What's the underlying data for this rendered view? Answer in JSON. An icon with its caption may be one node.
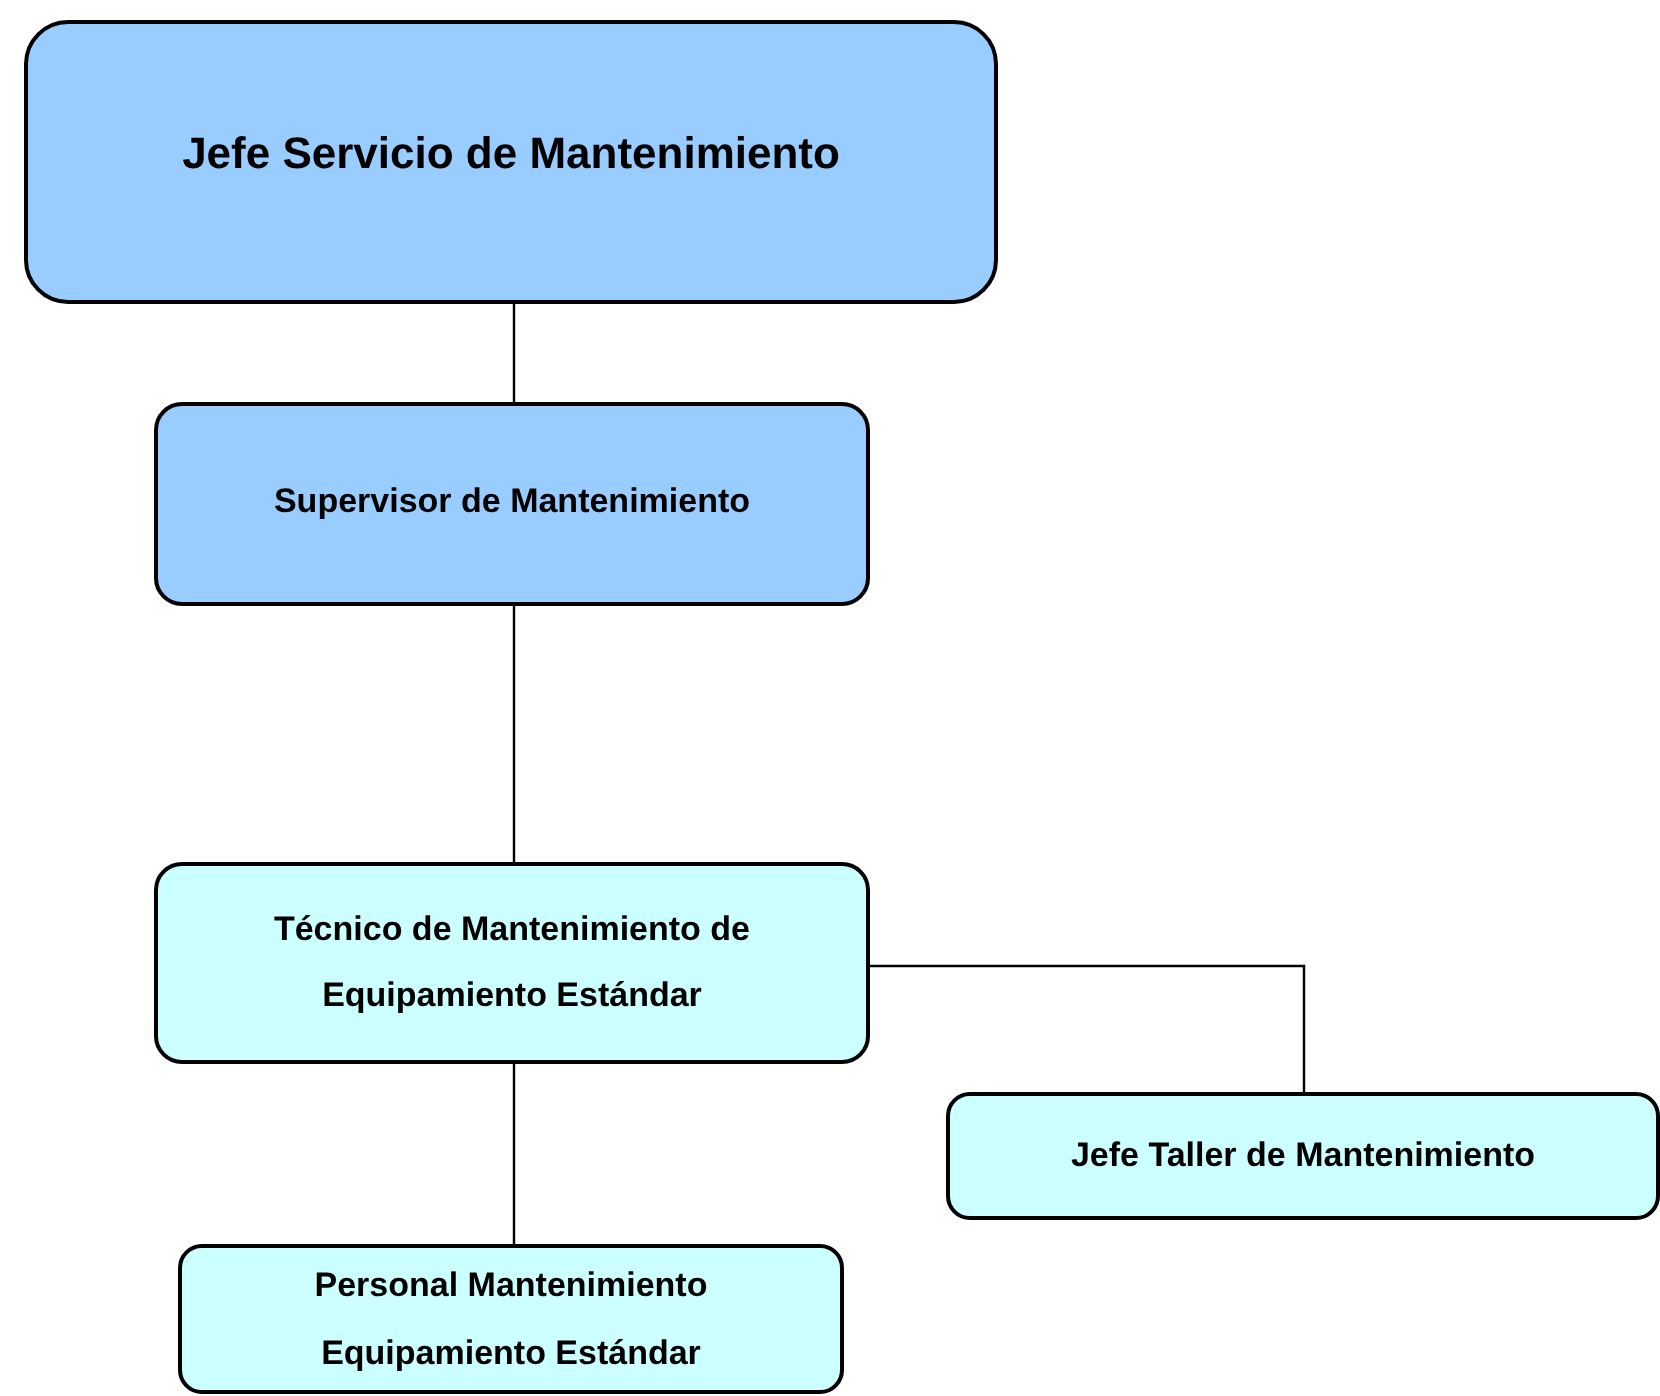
{
  "diagram": {
    "nodes": [
      {
        "text": [
          "Jefe Servicio de Mantenimiento"
        ]
      },
      {
        "text": [
          "Supervisor de Mantenimiento"
        ]
      },
      {
        "text": [
          "Técnico de Mantenimiento de Equipamiento Estándar"
        ]
      },
      {
        "text": [
          "Jefe Taller de Mantenimiento"
        ]
      },
      {
        "text": [
          "Personal Mantenimiento Equipamiento Estándar"
        ]
      }
    ],
    "edges": [
      {
        "from": 0,
        "to": 1,
        "arrow": "none"
      },
      {
        "from": 1,
        "to": 2,
        "arrow": "none"
      },
      {
        "from": 2,
        "to": 3,
        "arrow": "none"
      },
      {
        "from": 2,
        "to": 4,
        "arrow": "none"
      }
    ]
  }
}
